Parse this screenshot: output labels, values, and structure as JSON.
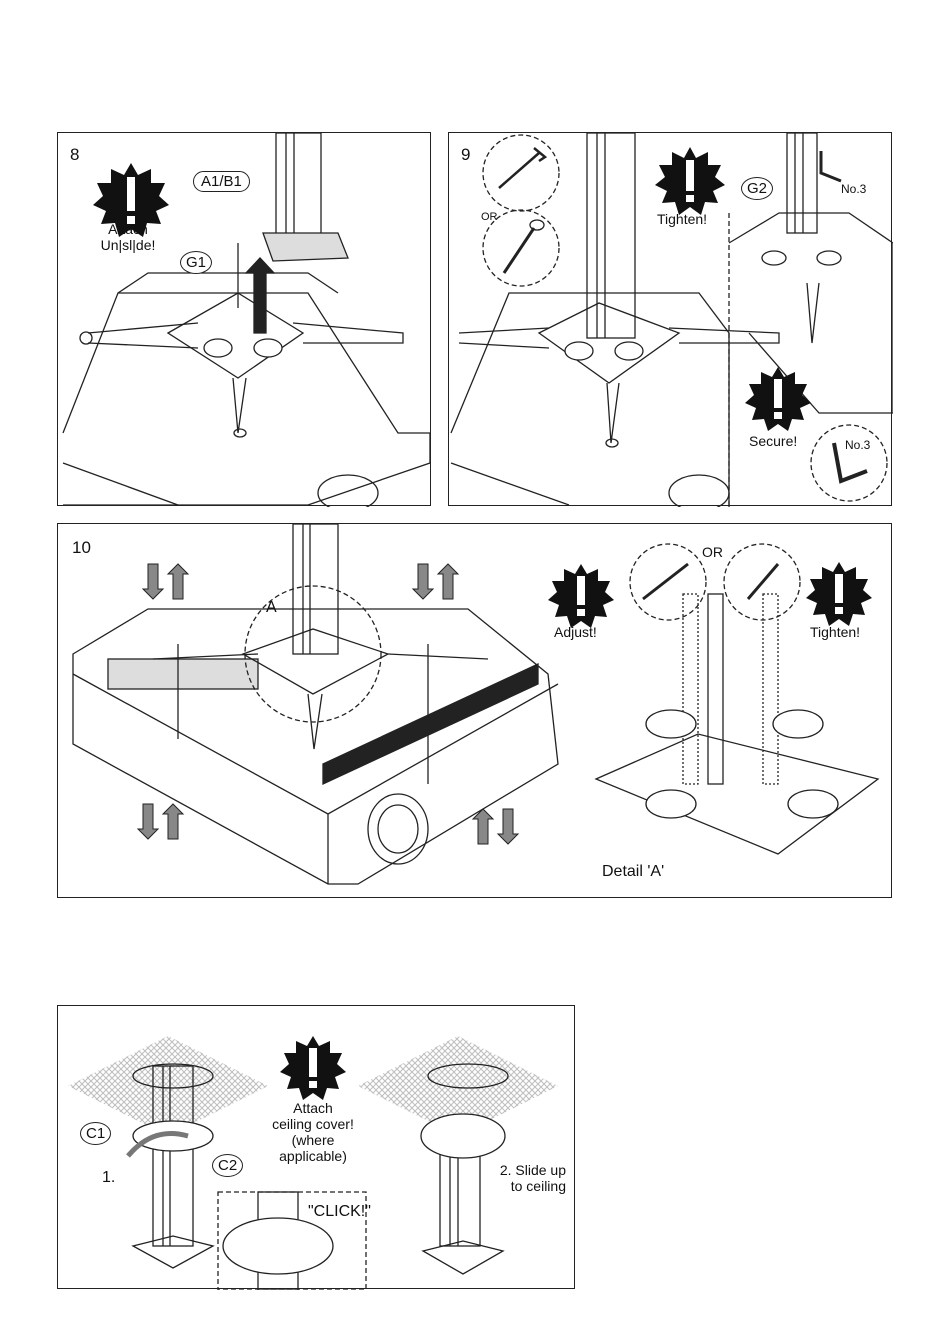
{
  "step8": {
    "number": "8",
    "part_label": "A1/B1",
    "part2_label": "G1",
    "warning_text": "Attach\nUn|sl|de!"
  },
  "step9": {
    "number": "9",
    "or_label": "OR",
    "tighten_label": "Tighten!",
    "part_label": "G2",
    "tool_label": "No.3",
    "tool_label_2": "No.3",
    "secure_label": "Secure!"
  },
  "step10": {
    "number": "10",
    "detail_callout": "A",
    "adjust_label": "Adjust!",
    "or_label": "OR",
    "tighten_label": "Tighten!",
    "detail_caption": "Detail 'A'"
  },
  "step11": {
    "part1": "C1",
    "part2": "C2",
    "step_a": "1.",
    "warning_text": "Attach\nceiling cover!\n(where\napplicable)",
    "click_label": "\"CLICK!\"",
    "step_b": "2. Slide up\nto ceiling"
  },
  "colors": {
    "line": "#222222",
    "warning_fill": "#111111",
    "hatch": "#bdbdbd",
    "arrow": "#777777"
  }
}
